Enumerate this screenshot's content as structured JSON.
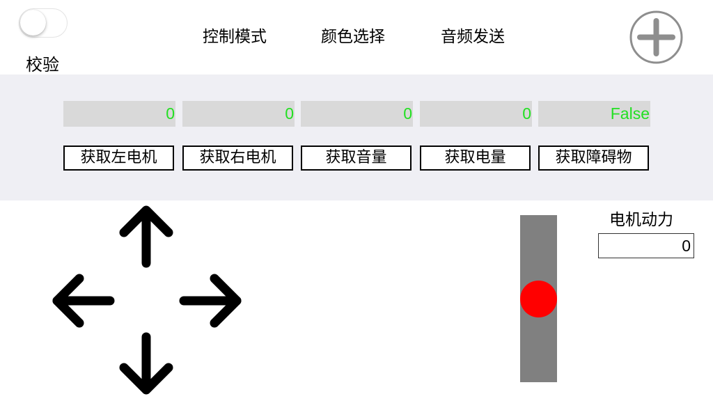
{
  "calibration": {
    "label": "校验",
    "toggle_on": false
  },
  "menu": {
    "items": [
      {
        "label": "控制模式"
      },
      {
        "label": "颜色选择"
      },
      {
        "label": "音频发送"
      }
    ]
  },
  "add_button": {
    "icon": "plus-circle-icon"
  },
  "readings": {
    "values": [
      "0",
      "0",
      "0",
      "0",
      "False"
    ],
    "value_color": "#22e022",
    "buttons": [
      {
        "label": "获取左电机"
      },
      {
        "label": "获取右电机"
      },
      {
        "label": "获取音量"
      },
      {
        "label": "获取电量"
      },
      {
        "label": "获取障碍物"
      }
    ]
  },
  "dpad": {
    "icons": [
      "arrow-up-icon",
      "arrow-left-icon",
      "arrow-right-icon",
      "arrow-down-icon"
    ]
  },
  "slider": {
    "track_color": "#808080",
    "thumb_color": "#ff0000",
    "level": 0.5
  },
  "motor_power": {
    "label": "电机动力",
    "value": "0"
  }
}
